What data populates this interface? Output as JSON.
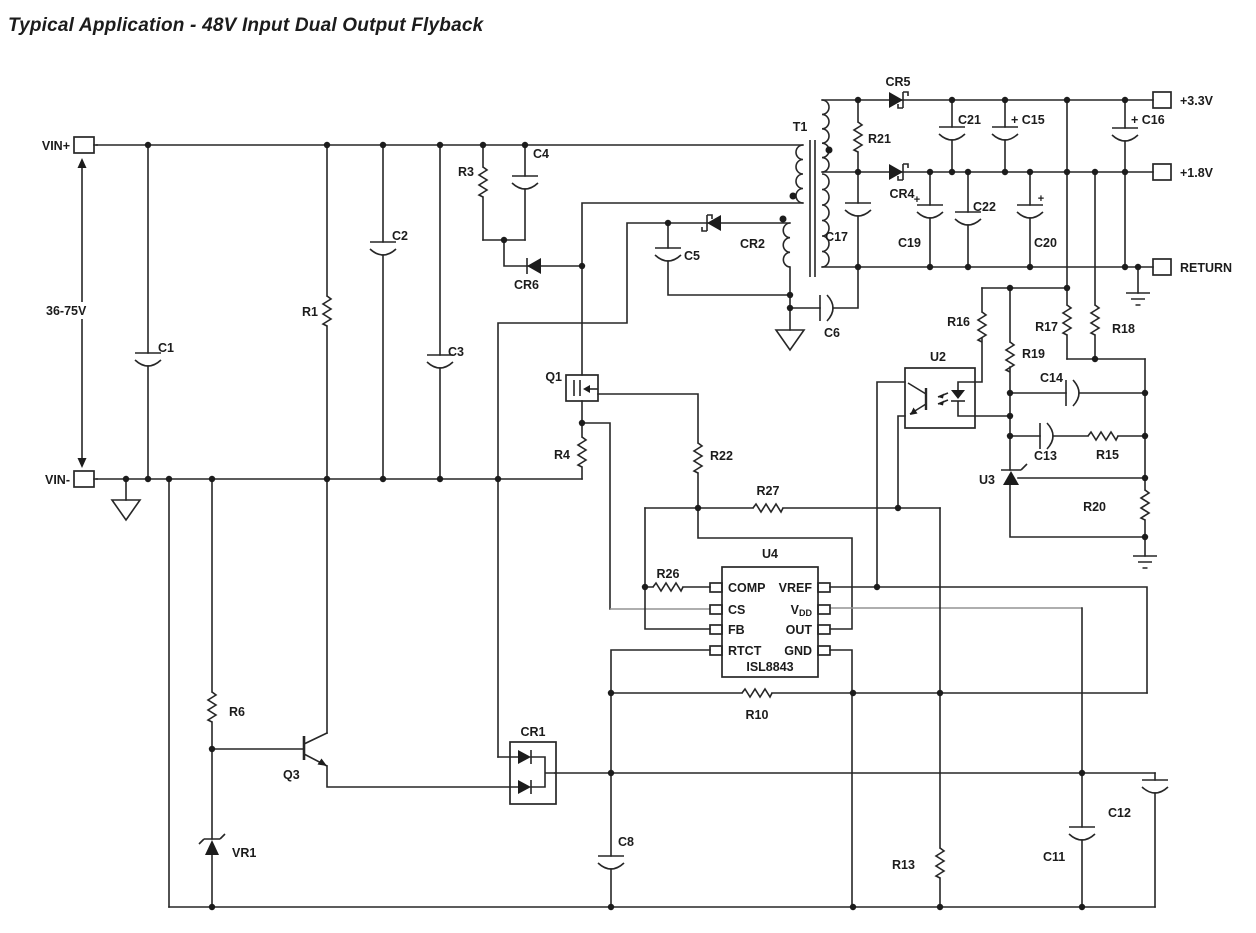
{
  "title": "Typical Application - 48V Input Dual Output Flyback",
  "input": {
    "vin_plus": "VIN+",
    "vin_minus": "VIN-",
    "range": "36-75V"
  },
  "outputs": {
    "v33": "+3.3V",
    "v18": "+1.8V",
    "ret": "RETURN"
  },
  "transformer": {
    "ref": "T1"
  },
  "ic": {
    "ref": "U4",
    "part": "ISL8843",
    "pins": {
      "comp": "COMP",
      "cs": "CS",
      "fb": "FB",
      "rtct": "RTCT",
      "vref": "VREF",
      "vdd_v": "V",
      "vdd_sub": "DD",
      "out": "OUT",
      "gnd": "GND"
    }
  },
  "components": {
    "c1": "C1",
    "c2": "C2",
    "c3": "C3",
    "c4": "C4",
    "c5": "C5",
    "c6": "C6",
    "c8": "C8",
    "c11": "C11",
    "c12": "C12",
    "c13": "C13",
    "c14": "C14",
    "c15": "+ C15",
    "c16": "+ C16",
    "c17": "C17",
    "c19": "C19",
    "c20": "C20",
    "c21": "C21",
    "c22": "C22",
    "r1": "R1",
    "r3": "R3",
    "r4": "R4",
    "r6": "R6",
    "r10": "R10",
    "r13": "R13",
    "r15": "R15",
    "r16": "R16",
    "r17": "R17",
    "r18": "R18",
    "r19": "R19",
    "r20": "R20",
    "r21": "R21",
    "r22": "R22",
    "r26": "R26",
    "r27": "R27",
    "cr1": "CR1",
    "cr2": "CR2",
    "cr4": "CR4",
    "cr5": "CR5",
    "cr6": "CR6",
    "q1": "Q1",
    "q3": "Q3",
    "vr1": "VR1",
    "u2": "U2",
    "u3": "U3"
  },
  "plus": "+"
}
